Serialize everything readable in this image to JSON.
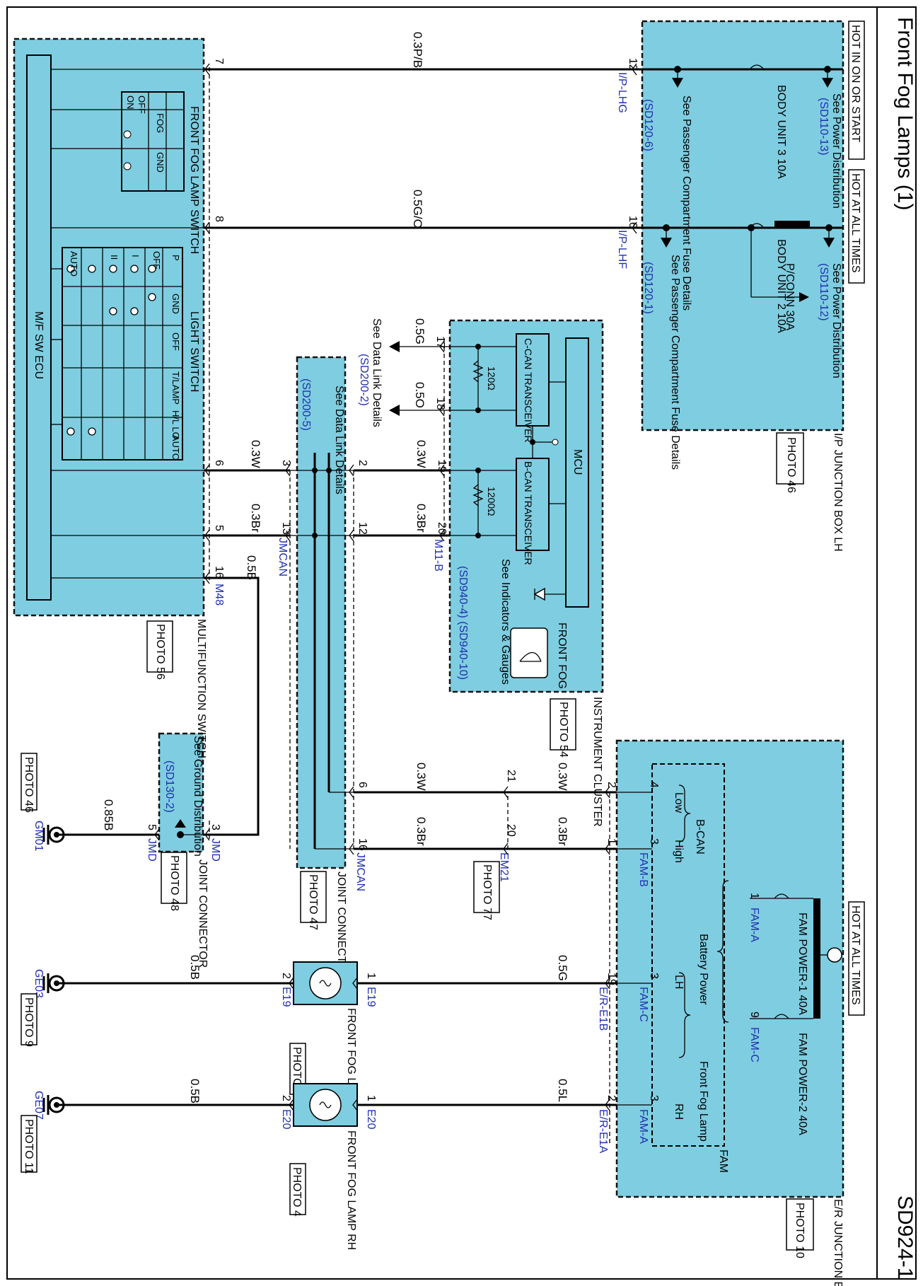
{
  "header": {
    "title": "Front Fog Lamps (1)",
    "code": "SD924-1"
  },
  "power": {
    "hot_in_on_or_start": "HOT IN ON OR START",
    "hot_at_all_times": "HOT AT ALL TIMES",
    "hot_at_all_times_er": "HOT AT ALL TIMES"
  },
  "ip_junction_box": {
    "name": "I/P JUNCTION BOX LH",
    "photo": "PHOTO 46",
    "fuse_body3": "BODY UNIT 3 10A",
    "fuse_body2": "BODY UNIT 2 10A",
    "pconn": "P/CONN 30A",
    "see_power_1": "See Power Distribution",
    "see_power_1_ref": "(SD110-13)",
    "see_power_2": "See Power Distribution",
    "see_power_2_ref": "(SD110-12)",
    "see_pass_1": "See Passenger Compartment Fuse Details",
    "see_pass_1_ref": "(SD120-6)",
    "see_pass_2": "See Passenger Compartment Fuse Details",
    "see_pass_2_ref": "(SD120-1)"
  },
  "multifunction": {
    "name": "MULTIFUNCTION SWITCH",
    "photo": "PHOTO 56",
    "ecu": "M/F SW ECU",
    "fog_switch": "FRONT FOG LAMP SWITCH",
    "light_switch": "LIGHT SWITCH",
    "fog_cols": [
      "FOG",
      "GND"
    ],
    "fog_rows": [
      "OFF",
      "ON"
    ],
    "light_cols": [
      "GND",
      "OFF",
      "T/LAMP",
      "H/L LO",
      "AUTO"
    ],
    "light_rows": [
      "OFF",
      "I",
      "II",
      "AUTO"
    ],
    "connector": "M48"
  },
  "instrument_cluster": {
    "name": "INSTRUMENT CLUSTER",
    "photo": "PHOTO 54",
    "mcu": "MCU",
    "ccan": "C-CAN TRANSCEIVER",
    "bcan": "B-CAN TRANSCEIVER",
    "r1": "120Ω",
    "r2": "1200Ω",
    "front_fog": "FRONT FOG",
    "see_ind": "See Indicators & Gauges",
    "see_ind_ref": "(SD940-4) (SD940-10)",
    "see_data": "See Data Link Details",
    "see_data_ref": "(SD200-2)",
    "connector": "M11-B"
  },
  "jmcan": {
    "name": "JOINT CONNECTOR",
    "photo": "PHOTO 47",
    "see_data": "See Data Link Details",
    "see_data_ref": "(SD200-5)",
    "connector": "JMCAN"
  },
  "jmd": {
    "name": "JOINT CONNECTOR",
    "photo": "PHOTO 48",
    "see_ground": "See Ground Distribution",
    "see_ground_ref": "(SD130-2)",
    "connector": "JMD"
  },
  "er_box": {
    "name": "E/R JUNCTION BOX",
    "photo": "PHOTO 10",
    "fam": "FAM",
    "fam1": "FAM POWER-1 40A",
    "fam2": "FAM POWER-2 40A",
    "bcan": "B-CAN",
    "low": "Low",
    "high": "High",
    "battery": "Battery Power",
    "frontfog": "Front Fog Lamp",
    "lh": "LH",
    "rh": "RH",
    "famA": "FAM-A",
    "famB": "FAM-B",
    "famC": "FAM-C",
    "er_e1b": "E/R-E1B",
    "er_e1a": "E/R-E1A"
  },
  "em21": {
    "name": "EM21",
    "photo": "PHOTO 77"
  },
  "lamps": {
    "lh_name": "FRONT FOG LAMP LH",
    "rh_name": "FRONT FOG LAMP RH",
    "lh_photo": "PHOTO 4",
    "rh_photo": "PHOTO 4",
    "e19": "E19",
    "e20": "E20"
  },
  "grounds": {
    "gm01": "GM01",
    "gm01_photo": "PHOTO 46",
    "ge03": "GE03",
    "ge03_photo": "PHOTO 9",
    "ge07": "GE07",
    "ge07_photo": "PHOTO 11"
  },
  "wires": {
    "w1": "0.3P/B",
    "w2": "0.5G/O",
    "w3": "0.3W",
    "w4": "0.3Br",
    "w5": "0.5B",
    "w6": "0.5G",
    "w7": "0.5O",
    "w8": "0.85B",
    "w9": "0.5L"
  },
  "pins": {
    "p7": "7",
    "p8": "8",
    "p6": "6",
    "p5": "5",
    "p16": "16",
    "p3": "3",
    "p13": "13",
    "p2": "2",
    "p12": "12",
    "p17": "17",
    "p18": "18",
    "p19": "19",
    "p20": "20",
    "p21": "21",
    "p1": "1",
    "p4": "4",
    "p9": "9"
  },
  "ip_connectors": {
    "lhg": "I/P-LHG",
    "lhf": "I/P-LHF"
  }
}
